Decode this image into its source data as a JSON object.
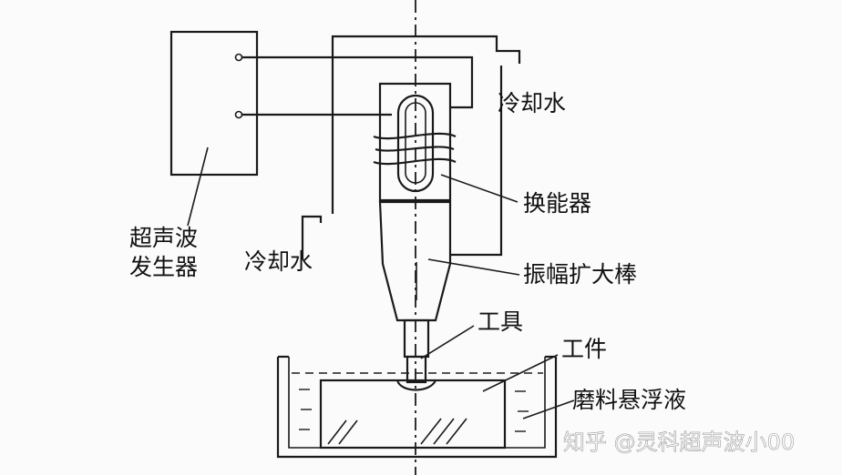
{
  "labels": {
    "generator": [
      "超声波",
      "发生器"
    ],
    "cooling_water_top": "冷却水",
    "cooling_water_left": "冷却水",
    "transducer": "换能器",
    "horn": "振幅扩大棒",
    "tool": "工具",
    "workpiece": "工件",
    "slurry": "磨料悬浮液"
  },
  "watermark": "知乎 @灵科超声波小00",
  "colors": {
    "line": "#1a1a1a",
    "background": "#fbfbfb"
  }
}
